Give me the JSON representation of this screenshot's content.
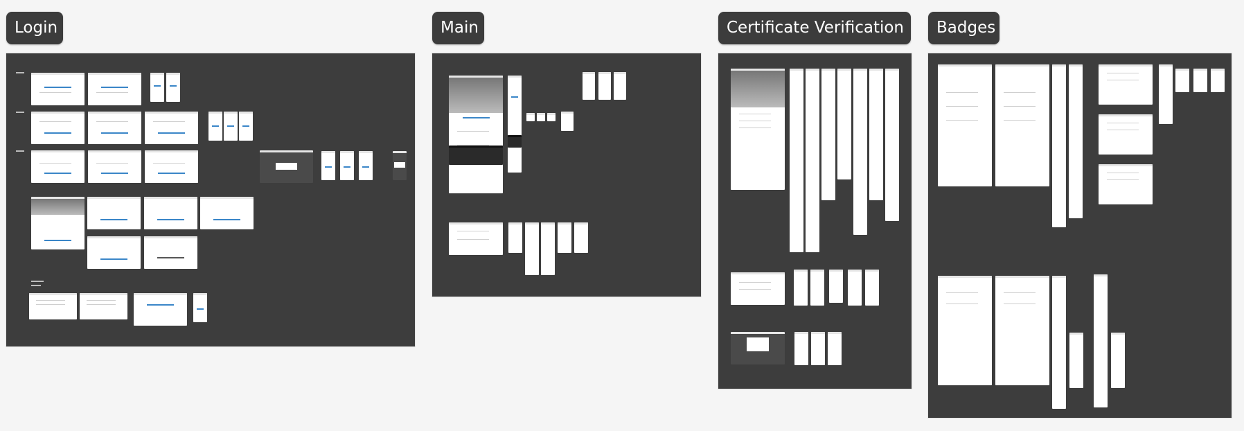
{
  "canvas": {
    "background": "#f5f5f5",
    "board_color": "#3d3d3d",
    "label_color": "#3c3c3c",
    "accent": "#3a86c8"
  },
  "sections": [
    {
      "id": "login",
      "label": "Login"
    },
    {
      "id": "main",
      "label": "Main"
    },
    {
      "id": "certificate",
      "label": "Certificate Verification"
    },
    {
      "id": "badges",
      "label": "Badges"
    }
  ]
}
